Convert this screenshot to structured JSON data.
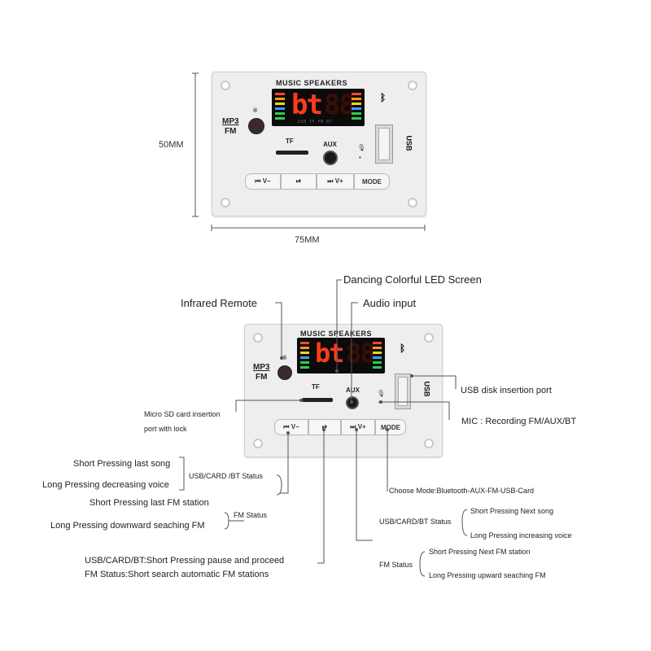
{
  "dimensions": {
    "height_label": "50MM",
    "width_label": "75MM"
  },
  "board": {
    "header": "MUSIC SPEAKERS",
    "display_text": "bt",
    "display_sublabels": "USB  TF  FM  BT",
    "mp3_label": "MP3",
    "fm_label": "FM",
    "tf_label": "TF",
    "aux_label": "AUX",
    "usb_logo": "USB",
    "buttons": [
      "⏮ V−",
      "⏯",
      "⏭ V+",
      "MODE"
    ]
  },
  "callouts": {
    "led_screen": "Dancing Colorful LED Screen",
    "infrared": "Infrared Remote",
    "audio_input": "Audio input",
    "micro_sd_line1": "Micro SD card insertion",
    "micro_sd_line2": "port with lock",
    "usb_port": "USB disk insertion port",
    "mic": "MIC : Recording FM/AUX/BT",
    "prev_usb_short": "Short Pressing last song",
    "prev_usb_long": "Long Pressing decreasing voice",
    "prev_usb_status": "USB/CARD /BT Status",
    "prev_fm_short": "Short Pressing last FM station",
    "prev_fm_long": "Long Pressing downward seaching FM",
    "prev_fm_status": "FM Status",
    "mode": "Choose Mode:Bluetooth-AUX-FM-USB-Card",
    "next_usb_status": "USB/CARD/BT Status",
    "next_usb_short": "Short Pressing Next song",
    "next_usb_long": "Long  Pressing increasing voice",
    "next_fm_status": "FM Status",
    "next_fm_short": "Short Pressing Next FM station",
    "next_fm_long": "Long Pressing upward seaching FM",
    "play_line1": "USB/CARD/BT:Short Pressing pause and proceed",
    "play_line2": "FM Status:Short search automatic FM stations"
  },
  "colors": {
    "led_red": "#ff3b1f",
    "line": "#555555"
  }
}
